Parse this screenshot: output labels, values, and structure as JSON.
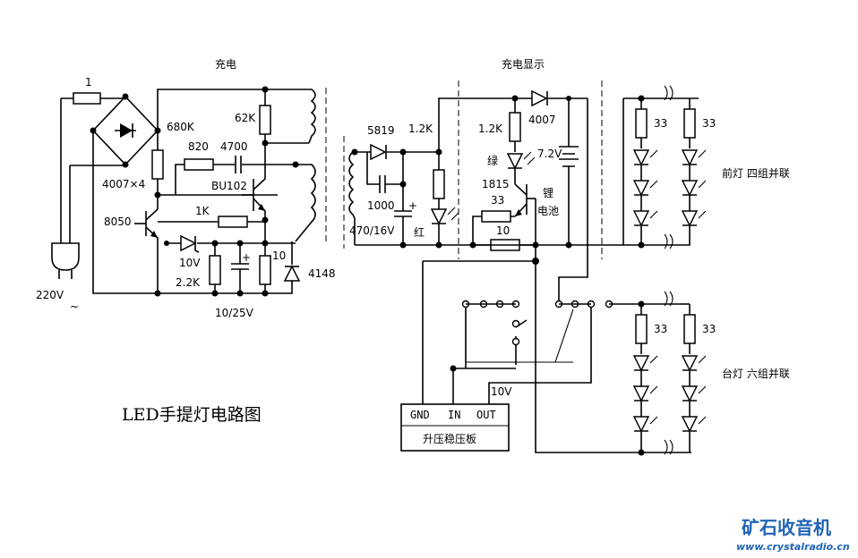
{
  "title": "LED手提灯电路图",
  "sections": {
    "charge": "充电",
    "charge_display": "充电显示",
    "front_light": "前灯 四组并联",
    "desk_light": "台灯 六组并联"
  },
  "mains": {
    "voltage": "220V",
    "ac_symbol": "~"
  },
  "components": {
    "fuse": "1",
    "bridge": "4007×4",
    "r680k": "680K",
    "r62k": "62K",
    "r820": "820",
    "c4700": "4700",
    "bu102": "BU102",
    "r1k": "1K",
    "q8050": "8050",
    "z10v": "10V",
    "r2_2k": "2.2K",
    "c10_25v": "10/25V",
    "r10a": "10",
    "d4148": "4148",
    "d5819": "5819",
    "r1_2k_a": "1.2K",
    "c1000": "1000",
    "c470_16v": "470/16V",
    "led_red": "红",
    "r1_2k_b": "1.2K",
    "led_green": "绿",
    "q1815": "1815",
    "r33_a": "33",
    "r10_b": "10",
    "d4007": "4007",
    "battery_v": "7.2V",
    "battery_name_1": "锂",
    "battery_name_2": "电池",
    "r_front_1": "33",
    "r_front_2": "33",
    "r_desk_1": "33",
    "r_desk_2": "33",
    "plus_1": "+",
    "plus_2": "+"
  },
  "board": {
    "gnd": "GND",
    "in": "IN",
    "out": "OUT",
    "name": "升压稳压板",
    "out_voltage": "10V"
  },
  "watermark": {
    "cn": "矿石收音机",
    "url": "www.crystalradio.cn"
  }
}
